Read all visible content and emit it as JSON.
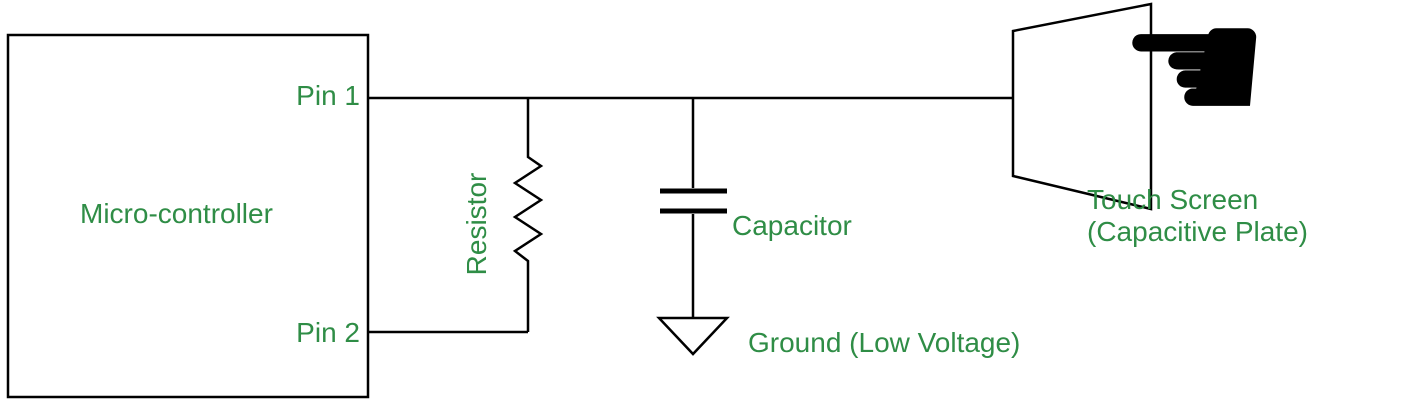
{
  "labels": {
    "microcontroller": "Micro-controller",
    "pin1": "Pin 1",
    "pin2": "Pin 2",
    "resistor": "Resistor",
    "capacitor": "Capacitor",
    "ground": "Ground (Low Voltage)",
    "touchscreen": {
      "line1": "Touch Screen",
      "line2": "(Capacitive Plate)"
    }
  },
  "icons": {
    "pointing-hand-icon": "☚"
  },
  "colors": {
    "label_green": "#2f8d46",
    "line_black": "#000000",
    "background": "#ffffff"
  }
}
